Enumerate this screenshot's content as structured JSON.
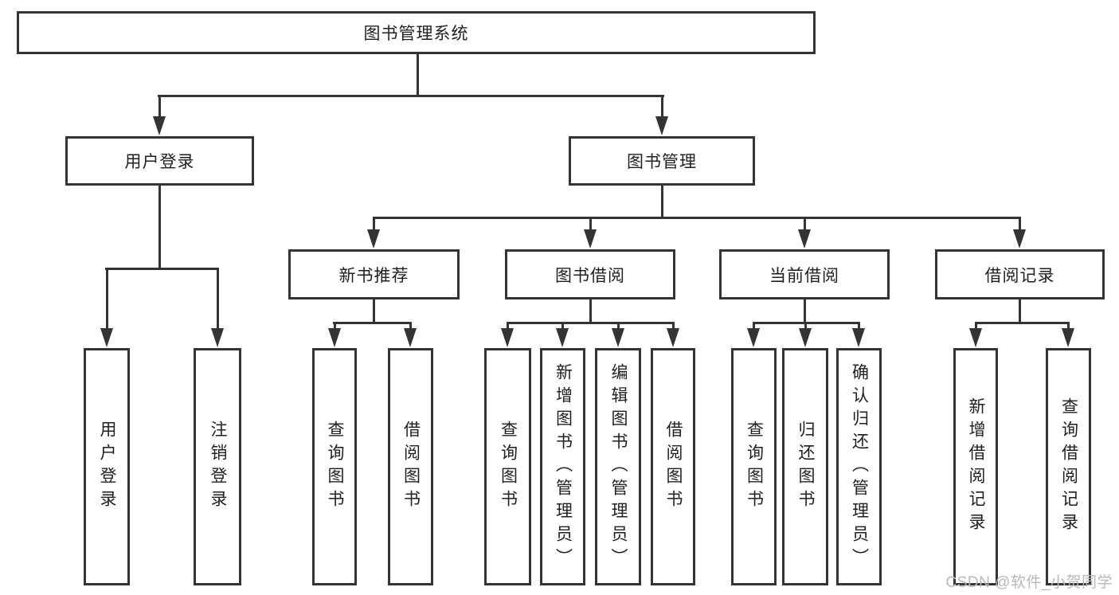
{
  "nodes": {
    "root": {
      "label": "图书管理系统"
    },
    "level2": [
      {
        "label": "用户登录"
      },
      {
        "label": "图书管理"
      }
    ],
    "level3": [
      {
        "label": "新书推荐"
      },
      {
        "label": "图书借阅"
      },
      {
        "label": "当前借阅"
      },
      {
        "label": "借阅记录"
      }
    ],
    "leaves": [
      {
        "label": "用户登录"
      },
      {
        "label": "注销登录"
      },
      {
        "label": "查询图书"
      },
      {
        "label": "借阅图书"
      },
      {
        "label": "查询图书"
      },
      {
        "label": "新增图书（管理员）"
      },
      {
        "label": "编辑图书（管理员）"
      },
      {
        "label": "借阅图书"
      },
      {
        "label": "查询图书"
      },
      {
        "label": "归还图书"
      },
      {
        "label": "确认归还（管理员）"
      },
      {
        "label": "新增借阅记录"
      },
      {
        "label": "查询借阅记录"
      }
    ]
  },
  "watermark": {
    "text": "CSDN @软件_小贺同学"
  },
  "colors": {
    "line": "#343434",
    "box_background": "#ffffff",
    "text": "#1f1f1f",
    "watermark": "#b9b9b9"
  }
}
